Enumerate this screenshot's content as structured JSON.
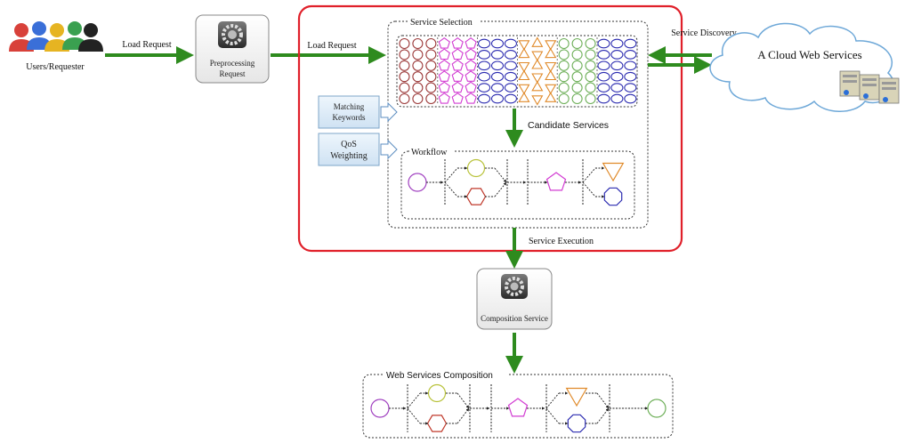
{
  "actors": {
    "label": "Users/Requester"
  },
  "arrows": {
    "load_request_1": "Load Request",
    "load_request_2": "Load Request",
    "service_discovery": "Service Discovery",
    "candidate_services": "Candidate Services",
    "service_execution": "Service Execution"
  },
  "preprocessing": {
    "line1": "Preprocessing",
    "line2": "Request"
  },
  "service_selection": {
    "title": "Service Selection"
  },
  "side_boxes": {
    "matching": {
      "line1": "Matching",
      "line2": "Keywords"
    },
    "qos": {
      "line1": "QoS",
      "line2": "Weighting"
    }
  },
  "workflow": {
    "title": "Workflow"
  },
  "cloud": {
    "label": "A Cloud Web Services"
  },
  "composition_service": {
    "label": "Composition Service"
  },
  "web_services_composition": {
    "title": "Web Services Composition"
  },
  "colors": {
    "arrow_green": "#2e8b1e",
    "highlight_red": "#e0202a",
    "circle_brown": "#9c3a3a",
    "pentagon_magenta": "#d23cd2",
    "oval_blue": "#2b2bb0",
    "triangle_orange": "#e08a2a",
    "circle_green": "#6fb05a",
    "hexagon_red": "#c0392b",
    "circle_yellow": "#b8c23a",
    "circle_purple": "#a040c0"
  }
}
